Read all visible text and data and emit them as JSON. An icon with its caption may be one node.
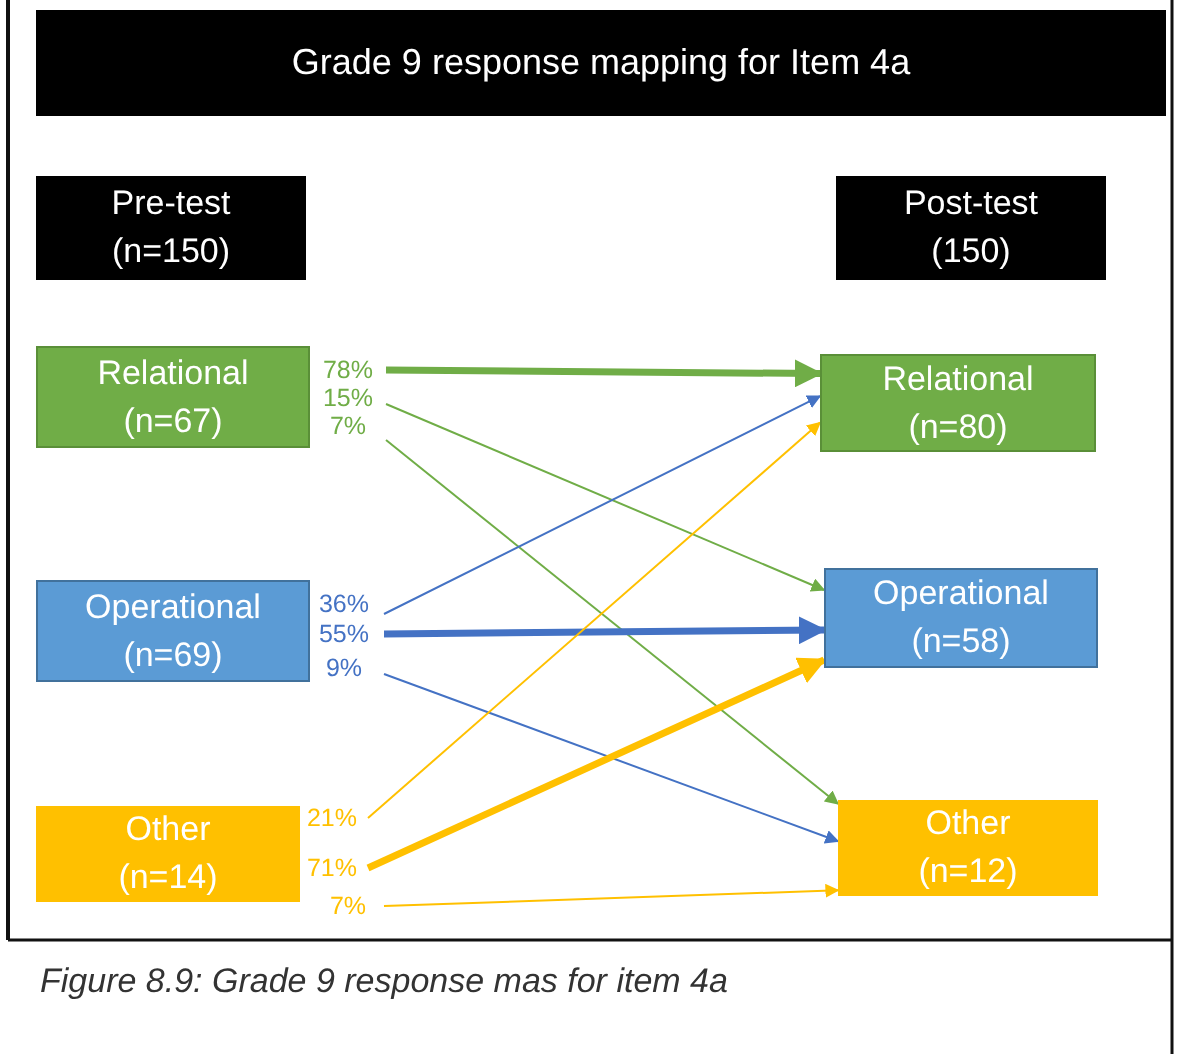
{
  "diagram": {
    "title": "Grade 9 response mapping for Item 4a",
    "caption": "Figure 8.9: Grade 9 response mas for item 4a",
    "nodes": [
      {
        "text": [
          "Pre-test (n=150)"
        ]
      },
      {
        "text": [
          "Post-test (150)"
        ]
      },
      {
        "text": [
          "Relational (n=67)"
        ]
      },
      {
        "text": [
          "Operational (n=69)"
        ]
      },
      {
        "text": [
          "Other (n=14)"
        ]
      },
      {
        "text": [
          "Relational (n=80)"
        ]
      },
      {
        "text": [
          "Operational (n=58)"
        ]
      },
      {
        "text": [
          "Other (n=12)"
        ]
      },
      {
        "text": [
          "78%"
        ]
      },
      {
        "text": [
          "15%"
        ]
      },
      {
        "text": [
          "7%"
        ]
      },
      {
        "text": [
          "36%"
        ]
      },
      {
        "text": [
          "55%"
        ]
      },
      {
        "text": [
          "9%"
        ]
      },
      {
        "text": [
          "21%"
        ]
      },
      {
        "text": [
          "71%"
        ]
      },
      {
        "text": [
          "7%"
        ]
      }
    ],
    "edges": [
      {
        "from": 8,
        "to": 5,
        "arrow": "to",
        "style": "thick",
        "color": "#70ad47"
      },
      {
        "from": 9,
        "to": 6,
        "arrow": "to",
        "color": "#70ad47"
      },
      {
        "from": 10,
        "to": 7,
        "arrow": "to",
        "color": "#70ad47"
      },
      {
        "from": 11,
        "to": 5,
        "arrow": "to",
        "color": "#4472c4"
      },
      {
        "from": 12,
        "to": 6,
        "arrow": "to",
        "style": "thick",
        "color": "#4472c4"
      },
      {
        "from": 13,
        "to": 7,
        "arrow": "to",
        "color": "#4472c4"
      },
      {
        "from": 14,
        "to": 5,
        "arrow": "to",
        "color": "#ffc000"
      },
      {
        "from": 15,
        "to": 6,
        "arrow": "to",
        "style": "thick",
        "color": "#ffc000"
      },
      {
        "from": 16,
        "to": 7,
        "arrow": "to",
        "color": "#ffc000"
      }
    ]
  }
}
